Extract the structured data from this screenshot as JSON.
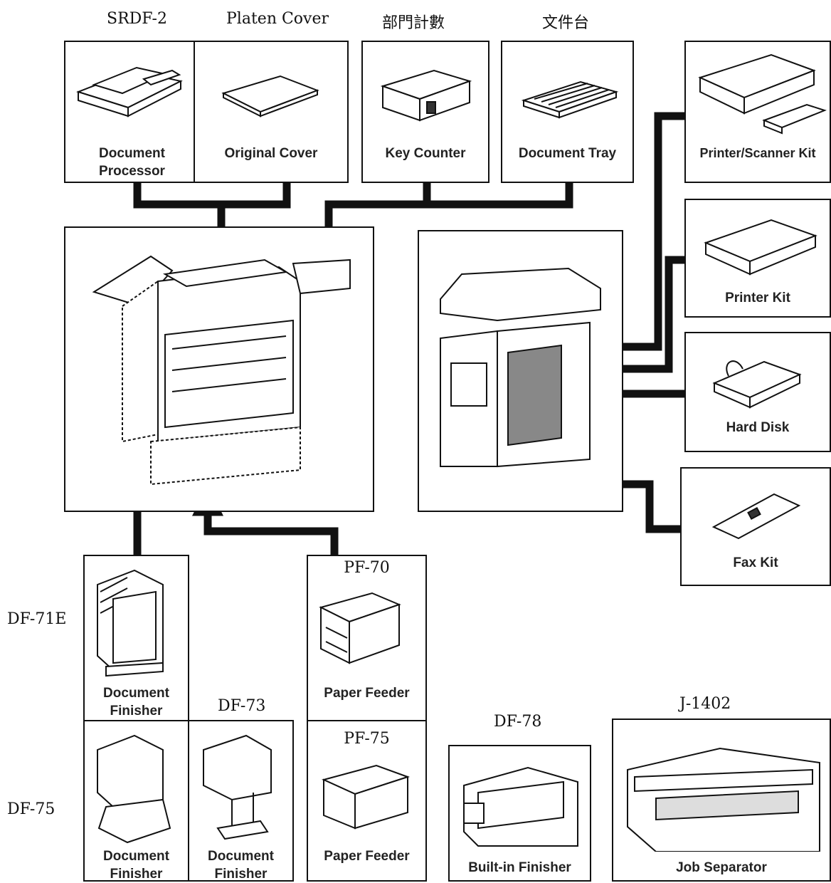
{
  "model_labels": {
    "srdf": "SRDF-2",
    "platen": "Platen Cover",
    "dept_counter": "部門計數",
    "doc_table": "文件台",
    "df71e": "DF-71E",
    "df75": "DF-75",
    "df73": "DF-73",
    "pf70": "PF-70",
    "pf75": "PF-75",
    "df78": "DF-78",
    "j1402": "J-1402"
  },
  "options": {
    "document_processor": [
      "Document",
      "Processor"
    ],
    "original_cover": "Original Cover",
    "key_counter": "Key Counter",
    "document_tray": "Document Tray",
    "printer_scanner_kit": "Printer/Scanner Kit",
    "printer_kit": "Printer Kit",
    "hard_disk": "Hard Disk",
    "fax_kit": "Fax Kit",
    "document_finisher_71e": [
      "Document",
      "Finisher"
    ],
    "document_finisher_75": [
      "Document",
      "Finisher"
    ],
    "document_finisher_73": [
      "Document",
      "Finisher"
    ],
    "paper_feeder_70": "Paper Feeder",
    "paper_feeder_75": "Paper Feeder",
    "builtin_finisher": "Built-in Finisher",
    "job_separator": "Job Separator"
  }
}
